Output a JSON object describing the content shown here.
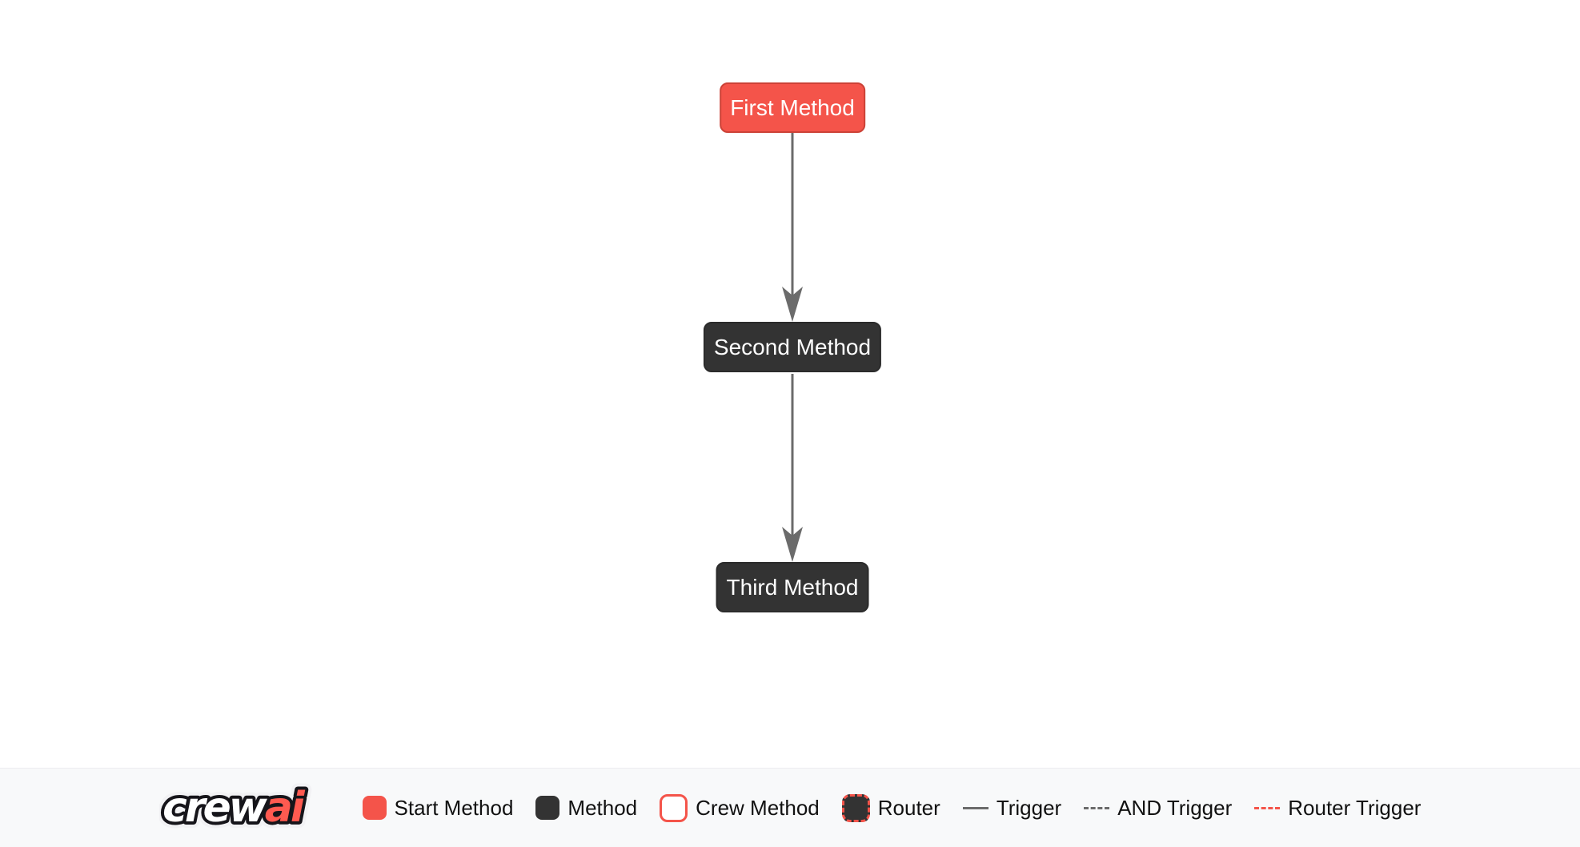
{
  "diagram": {
    "nodes": [
      {
        "label": "First Method",
        "type": "start-method"
      },
      {
        "label": "Second Method",
        "type": "method"
      },
      {
        "label": "Third Method",
        "type": "method"
      }
    ],
    "edges": [
      {
        "from": "First Method",
        "to": "Second Method",
        "type": "trigger"
      },
      {
        "from": "Second Method",
        "to": "Third Method",
        "type": "trigger"
      }
    ]
  },
  "legend": {
    "logo": {
      "crew": "crew",
      "ai": "ai"
    },
    "items": [
      {
        "label": "Start Method",
        "swatch": "start-method-square"
      },
      {
        "label": "Method",
        "swatch": "method-square"
      },
      {
        "label": "Crew Method",
        "swatch": "crew-method-square"
      },
      {
        "label": "Router",
        "swatch": "router-square"
      },
      {
        "label": "Trigger",
        "swatch": "trigger-solid-line"
      },
      {
        "label": "AND Trigger",
        "swatch": "and-trigger-dashed-line"
      },
      {
        "label": "Router Trigger",
        "swatch": "router-trigger-red-dashed-line"
      }
    ]
  },
  "colors": {
    "red": "#F4544A",
    "red_border": "#CC4237",
    "dark": "#333333",
    "dark_border": "#2B2B2B",
    "edge_gray": "#6B6B6B",
    "canvas_bg": "#FFFFFF",
    "legend_bg": "#F8F9FA",
    "text_light": "#FFFFFF",
    "text_dark": "#111111",
    "logo_red": "#FF5A50",
    "logo_outline": "#16151A"
  }
}
